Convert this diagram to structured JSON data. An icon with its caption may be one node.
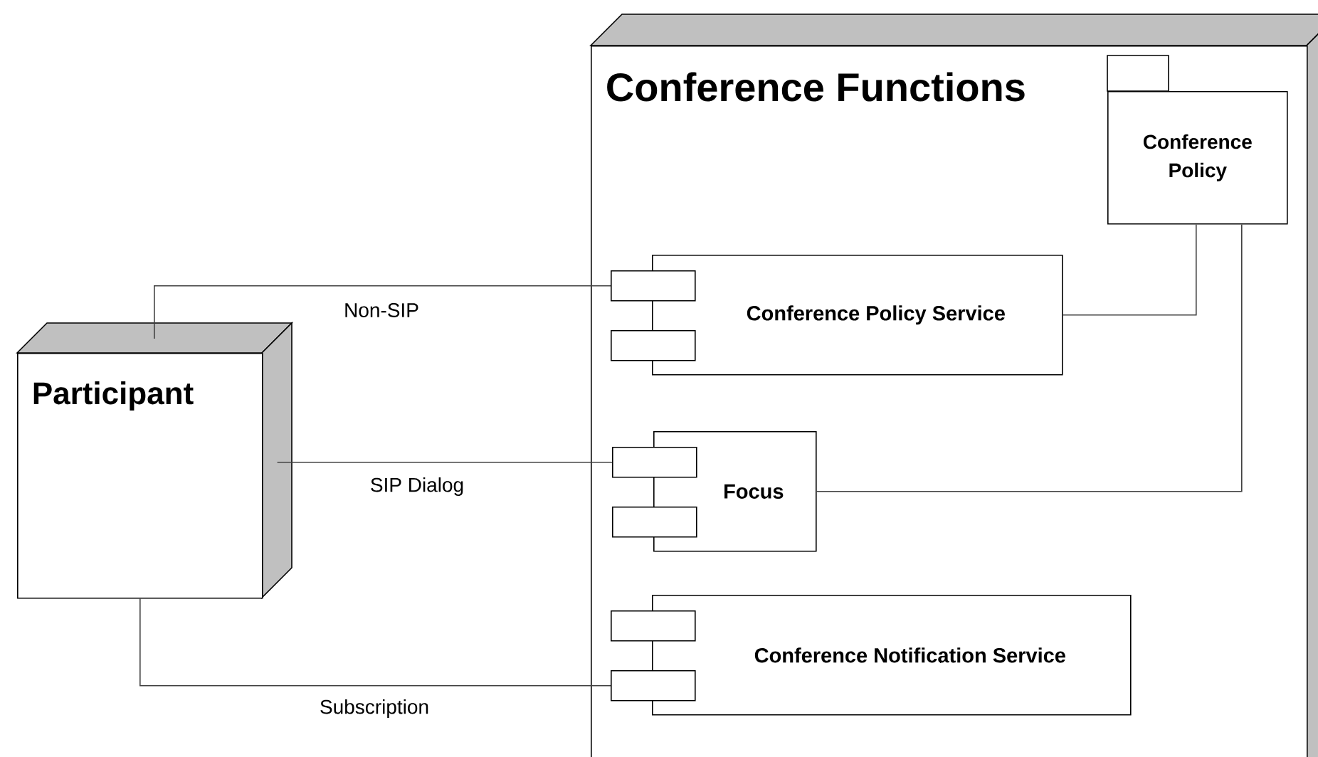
{
  "diagram": {
    "nodes": [
      {
        "text": [
          "Participant"
        ]
      },
      {
        "text": [
          "Conference Functions"
        ]
      },
      {
        "text": [
          "Conference Policy"
        ],
        "in": 1
      },
      {
        "text": [
          "Conference Policy Service"
        ],
        "in": 1
      },
      {
        "text": [
          "Focus"
        ],
        "in": 1
      },
      {
        "text": [
          "Conference Notification Service"
        ],
        "in": 1
      }
    ],
    "edges": [
      {
        "from": 0,
        "to": 3,
        "arrow": "none",
        "label": "Non-SIP"
      },
      {
        "from": 0,
        "to": 4,
        "arrow": "none",
        "label": "SIP Dialog"
      },
      {
        "from": 0,
        "to": 5,
        "arrow": "none",
        "label": "Subscription"
      },
      {
        "from": 3,
        "to": 2,
        "arrow": "none"
      },
      {
        "from": 4,
        "to": 2,
        "arrow": "none"
      }
    ]
  }
}
